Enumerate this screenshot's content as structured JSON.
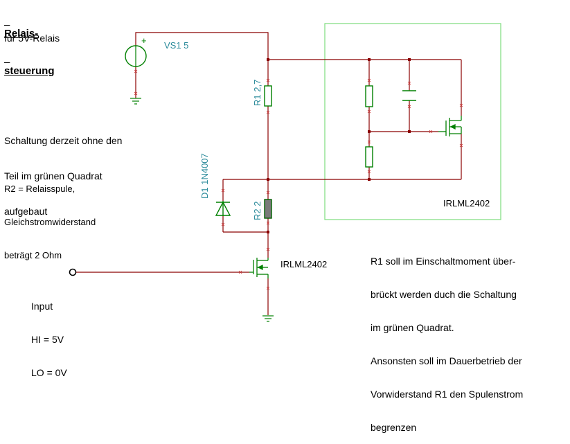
{
  "title_lines": [
    "Relais-",
    "steuerung"
  ],
  "subtitle": "für 5V-Relais",
  "note_build": [
    "Schaltung derzeit ohne den",
    "Teil im grünen Quadrat",
    "aufgebaut"
  ],
  "note_r2": [
    "R2 = Relaisspule,",
    "Gleichstromwiderstand",
    "beträgt 2 Ohm"
  ],
  "input_label": [
    "Input",
    "HI = 5V",
    "LO = 0V"
  ],
  "explanation": [
    "R1 soll im Einschaltmoment über-",
    "brückt werden duch die Schaltung",
    "im grünen Quadrat.",
    "Ansonsten soll im Dauerbetrieb der",
    "Vorwiderstand R1 den Spulenstrom",
    "begrenzen"
  ],
  "labels": {
    "source": "VS1 5",
    "source_plus": "+",
    "r1": "R1 2,7",
    "r2": "R2 2",
    "d1": "D1 1N4007",
    "q_main": "IRLML2402",
    "q_box": "IRLML2402"
  },
  "colors": {
    "wire": "#8b0000",
    "part": "#008000",
    "label": "#2a8a9a",
    "box": "#7ddc7d",
    "coil": "#7a7a7a"
  }
}
